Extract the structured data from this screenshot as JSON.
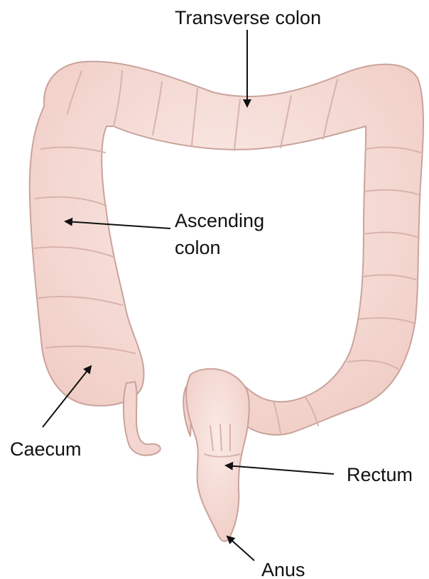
{
  "labels": {
    "transverse_colon": "Transverse colon",
    "ascending_colon_line1": "Ascending",
    "ascending_colon_line2": "colon",
    "caecum": "Caecum",
    "rectum": "Rectum",
    "anus": "Anus"
  },
  "colors": {
    "tissue_fill": "#f4d5cf",
    "tissue_highlight": "#fbebe7",
    "tissue_outline": "#c9a39b",
    "haustra_lines": "#d8b3ab",
    "label_text": "#111111"
  }
}
